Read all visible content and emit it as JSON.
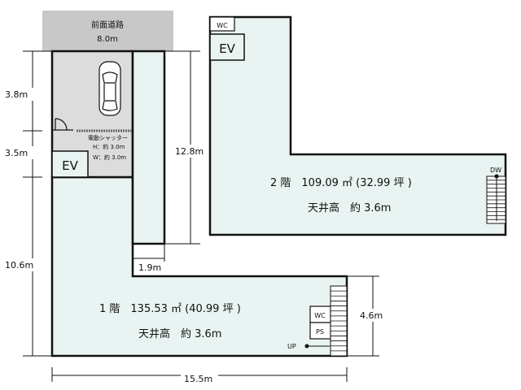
{
  "road": {
    "label": "前面道路",
    "width": "8.0m"
  },
  "shutter": {
    "title": "電動シャッター",
    "height": "H：約 3.0m",
    "width": "W：約 3.0m"
  },
  "dimensions": {
    "left_top": "3.8m",
    "left_mid": "3.5m",
    "left_bottom": "10.6m",
    "right_height": "12.8m",
    "strip_width": "1.9m",
    "bottom_right_height": "4.6m",
    "total_width": "15.5m"
  },
  "floor1": {
    "area": "1 階　135.53 ㎡ (40.99 坪 )",
    "ceiling": "天井高　約 3.6m"
  },
  "floor2": {
    "area": "2 階　109.09 ㎡ (32.99 坪 )",
    "ceiling": "天井高　約 3.6m"
  },
  "labels": {
    "ev": "EV",
    "wc": "WC",
    "ps": "PS",
    "up": "UP",
    "dw": "DW"
  },
  "colors": {
    "floor_fill": "#e9f3f1",
    "parking_fill": "#dcdcdc",
    "road_fill": "#c8c8c8",
    "wall": "#111111"
  }
}
